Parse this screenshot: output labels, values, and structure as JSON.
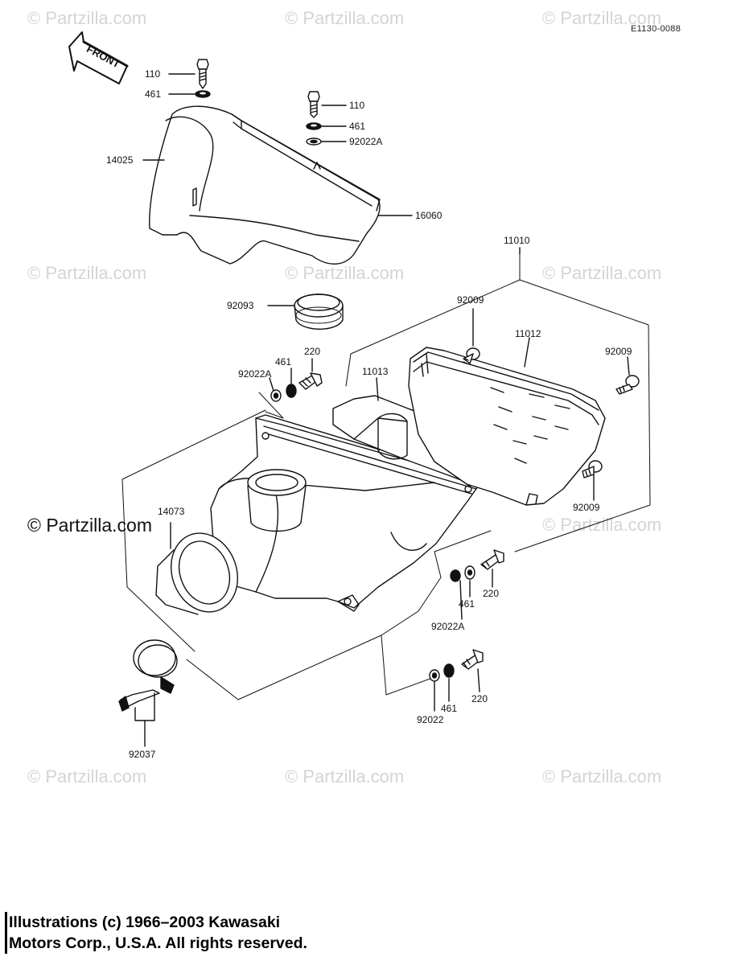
{
  "diagram_code": "E1130-0088",
  "front_arrow_label": "FRONT",
  "watermark_text": "© Partzilla.com",
  "parts": {
    "p110_top": "110",
    "p461_top": "461",
    "p110_mid": "110",
    "p461_mid": "461",
    "p92022A_top": "92022A",
    "p14025": "14025",
    "p16060": "16060",
    "p11010": "11010",
    "p92093": "92093",
    "p92009_a": "92009",
    "p11012": "11012",
    "p92009_b": "92009",
    "p461_left": "461",
    "p220_left": "220",
    "p92022A_left": "92022A",
    "p11013": "11013",
    "p14073": "14073",
    "p92009_c": "92009",
    "p220_right": "220",
    "p461_right": "461",
    "p92022A_right": "92022A",
    "p220_bottom": "220",
    "p461_bottom": "461",
    "p92022_bottom": "92022",
    "p92037": "92037"
  },
  "copyright": {
    "line1": "Illustrations (c) 1966–2003 Kawasaki",
    "line2": "Motors Corp., U.S.A.  All rights reserved."
  }
}
